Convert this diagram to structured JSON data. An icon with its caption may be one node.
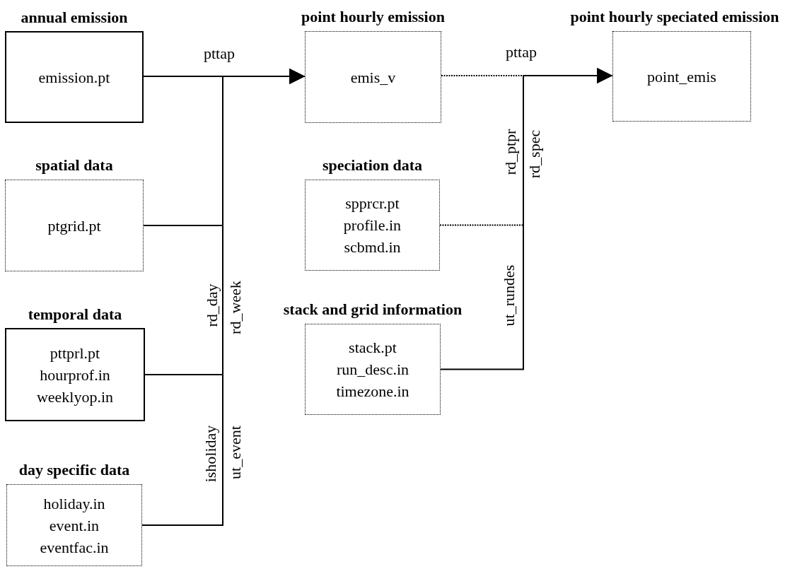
{
  "diagram": {
    "nodes": [
      {
        "text": [
          "annual emission",
          "emission.pt"
        ]
      },
      {
        "text": [
          "point hourly emission",
          "emis_v"
        ]
      },
      {
        "text": [
          "point hourly speciated emission",
          "point_emis"
        ]
      },
      {
        "text": [
          "spatial data",
          "ptgrid.pt"
        ]
      },
      {
        "text": [
          "speciation data",
          "spprcr.pt",
          "profile.in",
          "scbmd.in"
        ]
      },
      {
        "text": [
          "temporal data",
          "pttprl.pt",
          "hourprof.in",
          "weeklyop.in"
        ]
      },
      {
        "text": [
          "stack and grid information",
          "stack.pt",
          "run_desc.in",
          "timezone.in"
        ]
      },
      {
        "text": [
          "day specific data",
          "holiday.in",
          "event.in",
          "eventfac.in"
        ]
      }
    ],
    "edges": [
      {
        "from": 0,
        "to": 1,
        "arrow": "to",
        "label": "pttap"
      },
      {
        "from": 3,
        "to": 1,
        "arrow": "to"
      },
      {
        "from": 5,
        "to": 1,
        "arrow": "to"
      },
      {
        "from": 7,
        "to": 1,
        "arrow": "to"
      },
      {
        "from": 1,
        "to": 2,
        "arrow": "to",
        "label": "pttap",
        "style": "dashed"
      },
      {
        "from": 4,
        "to": 2,
        "arrow": "to",
        "style": "dashed"
      },
      {
        "from": 6,
        "to": 2,
        "arrow": "to",
        "label": "ut_rundes"
      }
    ],
    "labels": [
      "rd_day",
      "rd_week",
      "isholiday",
      "ut_event",
      "rd_ptpr",
      "rd_spec"
    ]
  }
}
